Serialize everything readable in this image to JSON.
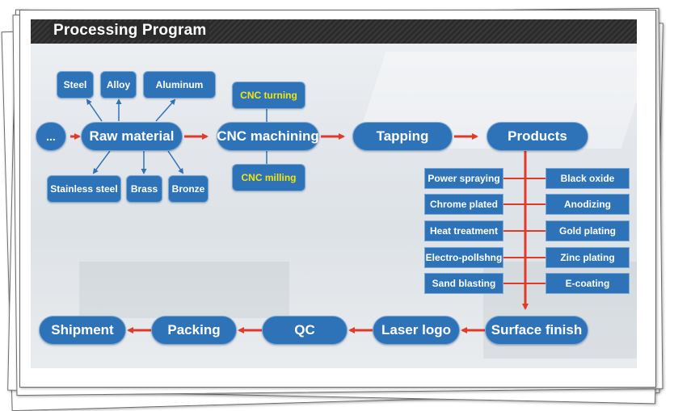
{
  "header": {
    "title": "Processing Program"
  },
  "colors": {
    "node": "#2e73b8",
    "arrow_red": "#e03a2a",
    "arrow_blue": "#2e73b8",
    "highlight_text": "#f2e60a"
  },
  "flow": {
    "start": "...",
    "raw_material": "Raw material",
    "cnc_machining": "CNC machining",
    "tapping": "Tapping",
    "products": "Products",
    "surface_finish": "Surface finish",
    "laser_logo": "Laser logo",
    "qc": "QC",
    "packing": "Packing",
    "shipment": "Shipment"
  },
  "materials": {
    "top": [
      "Steel",
      "Alloy",
      "Aluminum"
    ],
    "bottom": [
      "Stainless steel",
      "Brass",
      "Bronze"
    ]
  },
  "cnc_types": {
    "turning": "CNC turning",
    "milling": "CNC milling"
  },
  "finishes": {
    "left": [
      "Power spraying",
      "Chrome plated",
      "Heat treatment",
      "Electro-pollshng",
      "Sand blasting"
    ],
    "right": [
      "Black oxide",
      "Anodizing",
      "Gold plating",
      "Zinc plating",
      "E-coating"
    ]
  }
}
